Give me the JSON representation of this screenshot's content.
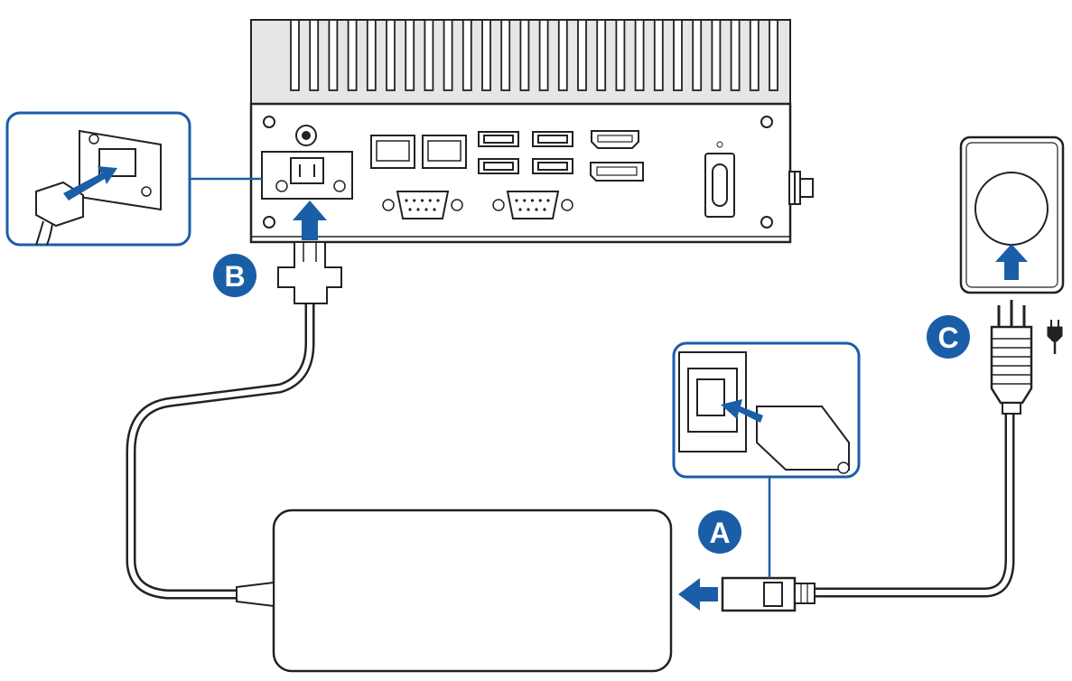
{
  "colors": {
    "accent": "#1a5ea8",
    "line": "#222222",
    "heatsink": "#e3e3e3",
    "panel": "#ffffff"
  },
  "steps": [
    {
      "id": "A",
      "label": "A",
      "description_icon": "ac-inlet-connect"
    },
    {
      "id": "B",
      "label": "B",
      "description_icon": "dc-terminal-block-connect"
    },
    {
      "id": "C",
      "label": "C",
      "description_icon": "wall-outlet-plug"
    }
  ],
  "icons": {
    "power_plug_symbol": "plug-icon",
    "power_button": "power-icon"
  }
}
